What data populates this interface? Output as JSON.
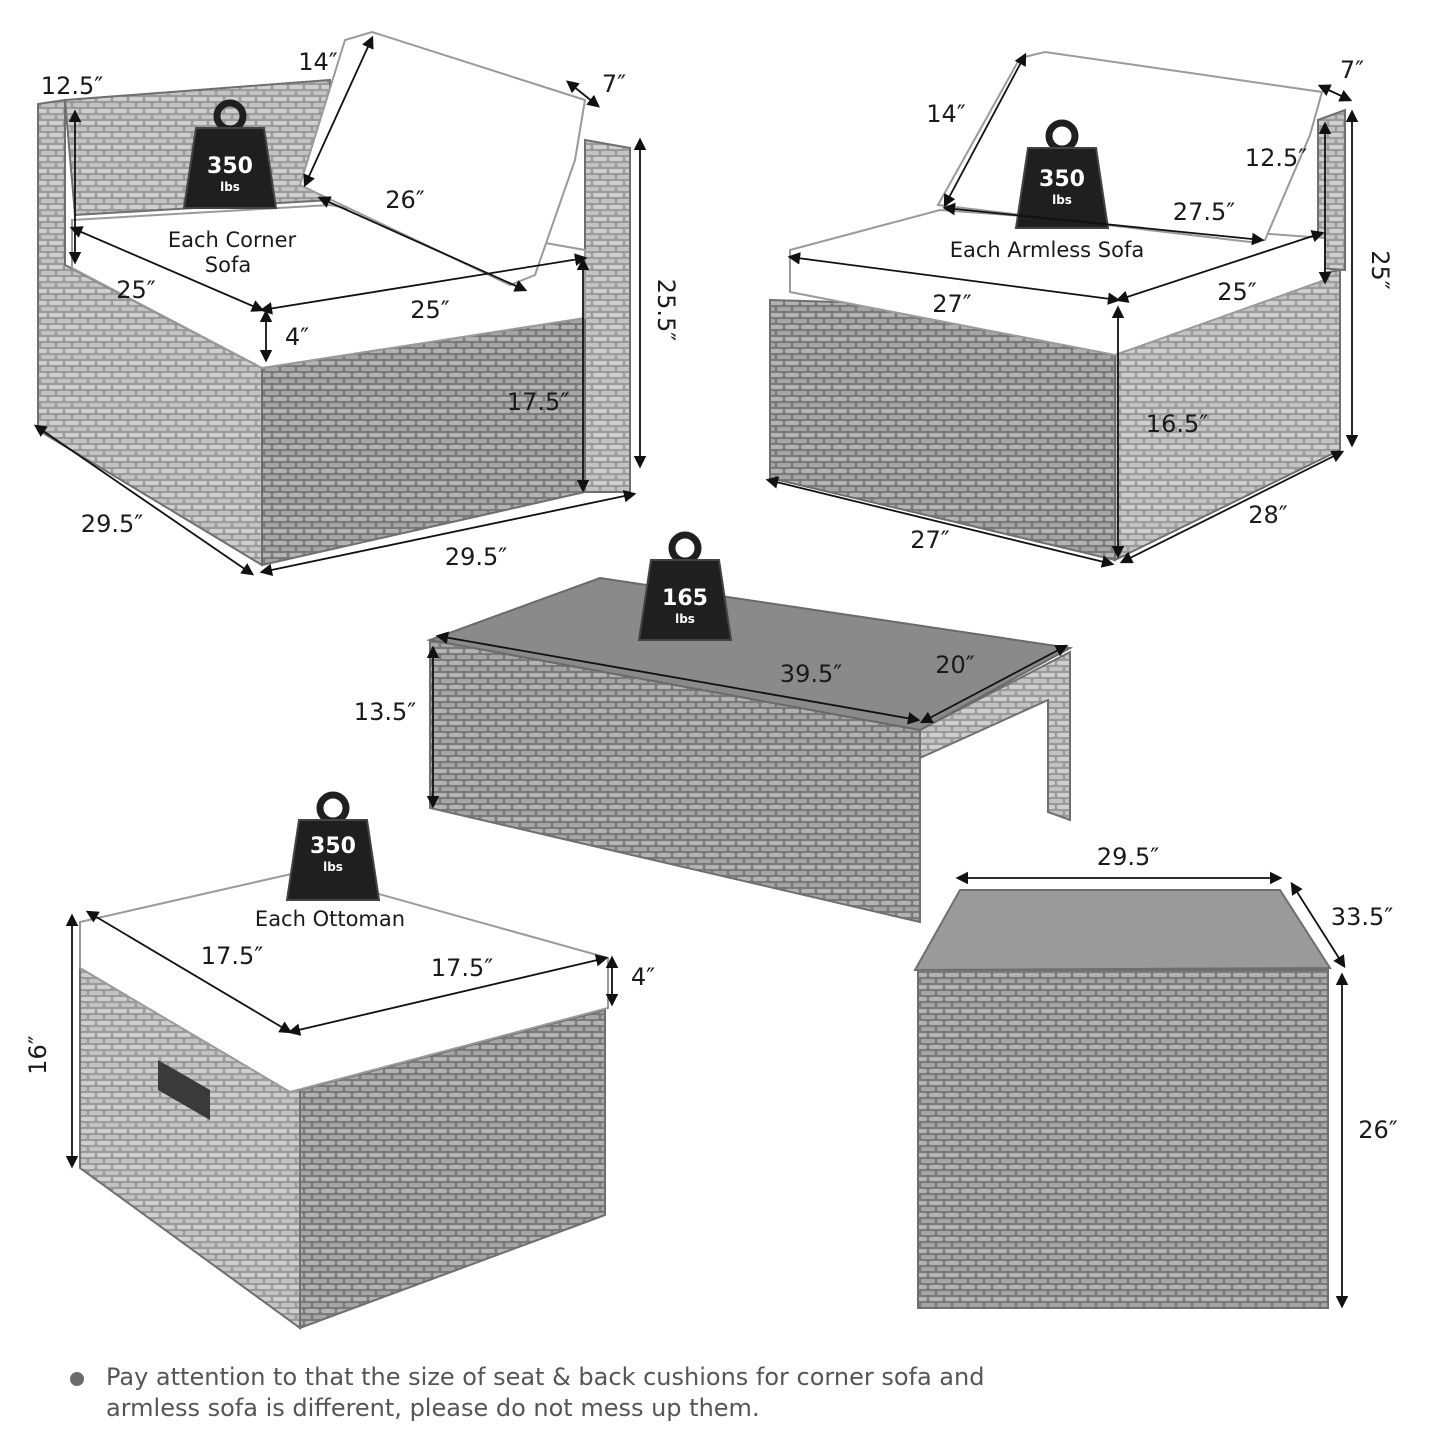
{
  "colors": {
    "background": "#ffffff",
    "wicker": "#8c8c8c",
    "cushion": "#ffffff",
    "weight_icon": "#1f1f1f",
    "note_text": "#555555"
  },
  "icons": {
    "weight": "weight-icon",
    "bullet": "bullet-dot-icon"
  },
  "corner_sofa": {
    "caption_line1": "Each Corner",
    "caption_line2": "Sofa",
    "weight_value": "350",
    "weight_unit": "lbs",
    "dims": {
      "back_cushion_height": "14″",
      "back_cushion_depth": "7″",
      "back_cushion_width": "26″",
      "arm_height": "12.5″",
      "seat_left": "25″",
      "seat_right": "25″",
      "seat_cushion": "4″",
      "seat_height": "17.5″",
      "total_height": "25.5″",
      "base_left": "29.5″",
      "base_front": "29.5″"
    }
  },
  "armless_sofa": {
    "caption": "Each Armless Sofa",
    "weight_value": "350",
    "weight_unit": "lbs",
    "dims": {
      "back_cushion_height": "14″",
      "back_cushion_depth": "7″",
      "back_cushion_side": "12.5″",
      "back_cushion_width": "27.5″",
      "seat_width": "27″",
      "seat_depth": "25″",
      "seat_height": "16.5″",
      "total_height": "25″",
      "base_width": "27″",
      "base_depth": "28″"
    }
  },
  "table": {
    "weight_value": "165",
    "weight_unit": "lbs",
    "dims": {
      "length": "39.5″",
      "width": "20″",
      "height": "13.5″"
    }
  },
  "ottoman": {
    "caption": "Each Ottoman",
    "weight_value": "350",
    "weight_unit": "lbs",
    "dims": {
      "left": "17.5″",
      "right": "17.5″",
      "cushion": "4″",
      "height": "16″"
    }
  },
  "storage_box": {
    "dims": {
      "width": "29.5″",
      "depth": "33.5″",
      "height": "26″"
    }
  },
  "note": "Pay attention to that the size of seat & back cushions for corner sofa and armless sofa is different, please do not mess up them."
}
